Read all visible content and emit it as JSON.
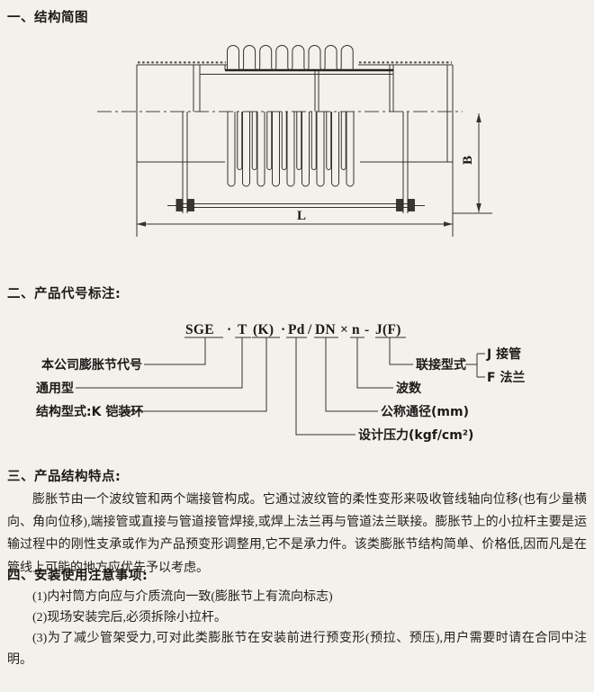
{
  "page": {
    "background": "#f2f1ec",
    "ink": "#2a2724"
  },
  "sections": {
    "s1": {
      "heading": "一、结构简图"
    },
    "s2": {
      "heading": "二、产品代号标注:"
    },
    "s3": {
      "heading": "三、产品结构特点:",
      "paragraph": "膨胀节由一个波纹管和两个端接管构成。它通过波纹管的柔性变形来吸收管线轴向位移(也有少量横向、角向位移),端接管或直接与管道接管焊接,或焊上法兰再与管道法兰联接。膨胀节上的小拉杆主要是运输过程中的刚性支承或作为产品预变形调整用,它不是承力件。该类膨胀节结构简单、价格低,因而凡是在管线上可能的地方应优先予以考虑。"
    },
    "s4": {
      "heading": "四、安装使用注意事项:",
      "items": [
        "(1)内衬筒方向应与介质流向一致(膨胀节上有流向标志)",
        "(2)现场安装完后,必须拆除小拉杆。",
        "(3)为了减少管架受力,可对此类膨胀节在安装前进行预变形(预拉、预压),用户需要时请在合同中注明。"
      ]
    }
  },
  "diagram": {
    "dim_length": "L",
    "dim_height": "B"
  },
  "code_diagram": {
    "code": {
      "sge": "SGE",
      "dot1": "·",
      "t": "T",
      "k": "(K)",
      "dot2": "·",
      "pd": "Pd",
      "slash": "/",
      "dn": "DN",
      "times": "×",
      "n": "n",
      "dash": "-",
      "jf": "J(F)"
    },
    "labels": {
      "company": "本公司膨胀节代号",
      "general": "通用型",
      "structure": "结构型式:K 铠装环",
      "pressure": "设计压力(kgf/cm²)",
      "diameter": "公称通径(mm)",
      "waves": "波数",
      "connection": "联接型式",
      "conn_j": "J 接管",
      "conn_f": "F 法兰"
    }
  }
}
